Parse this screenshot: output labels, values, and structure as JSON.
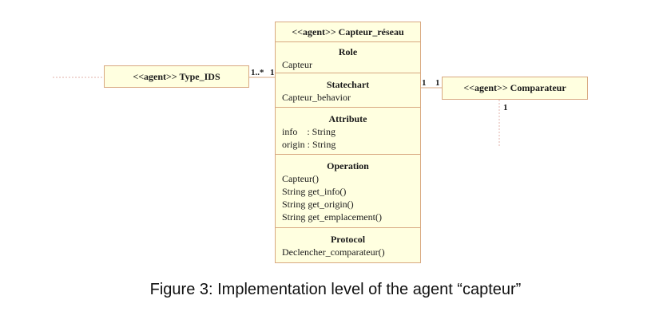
{
  "diagram": {
    "main_class": {
      "header": "<<agent>> Capteur_réseau",
      "sections": [
        {
          "title": "Role",
          "lines": [
            "Capteur"
          ]
        },
        {
          "title": "Statechart",
          "lines": [
            "Capteur_behavior"
          ]
        },
        {
          "title": "Attribute",
          "lines": [
            "info    : String",
            "origin : String"
          ]
        },
        {
          "title": "Operation",
          "lines": [
            "Capteur()",
            "String get_info()",
            "String get_origin()",
            "String get_emplacement()"
          ]
        },
        {
          "title": "Protocol",
          "lines": [
            "Declencher_comparateur()"
          ]
        }
      ]
    },
    "left_class": {
      "label": "<<agent>> Type_IDS"
    },
    "right_class": {
      "label": "<<agent>> Comparateur"
    },
    "multiplicities": {
      "left_outer": "1..*",
      "left_inner": "1",
      "right_inner": "1",
      "right_outer": "1",
      "bottom": "1"
    }
  },
  "caption": "Figure 3: Implementation level of the agent “capteur”"
}
